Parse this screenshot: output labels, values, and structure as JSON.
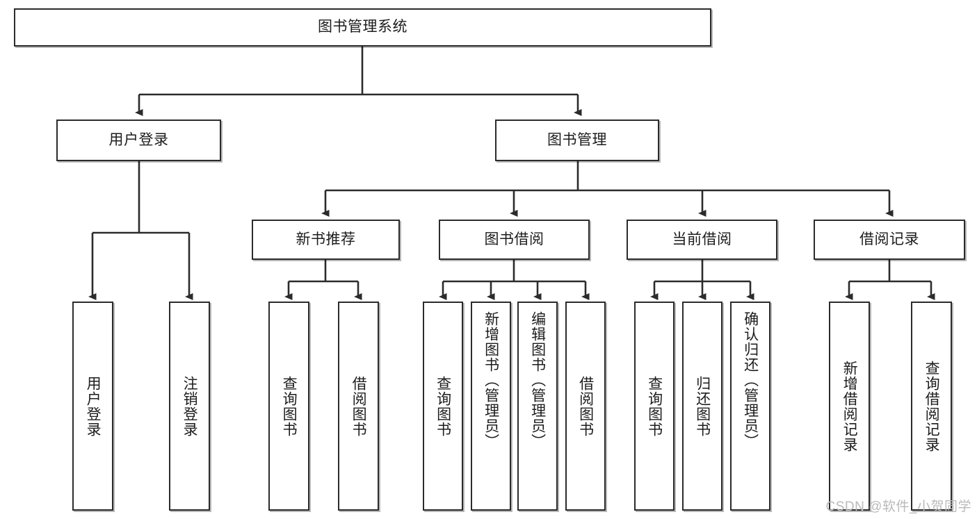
{
  "diagram": {
    "title": "图书管理系统",
    "watermark": "CSDN @软件_小贺同学",
    "accent_color": "#2b2b2b",
    "background_color": "#ffffff",
    "root": {
      "label": "图书管理系统"
    },
    "level2": [
      {
        "label": "用户登录"
      },
      {
        "label": "图书管理"
      }
    ],
    "level3": [
      {
        "label": "新书推荐"
      },
      {
        "label": "图书借阅"
      },
      {
        "label": "当前借阅"
      },
      {
        "label": "借阅记录"
      }
    ],
    "leaves": {
      "user_login": [
        {
          "label": "用户登录"
        },
        {
          "label": "注销登录"
        }
      ],
      "new_book": [
        {
          "label": "查询图书"
        },
        {
          "label": "借阅图书"
        }
      ],
      "book_borrow": [
        {
          "label": "查询图书"
        },
        {
          "label": "新增图书（管理员）"
        },
        {
          "label": "编辑图书（管理员）"
        },
        {
          "label": "借阅图书"
        }
      ],
      "current_borrow": [
        {
          "label": "查询图书"
        },
        {
          "label": "归还图书"
        },
        {
          "label": "确认归还（管理员）"
        }
      ],
      "borrow_record": [
        {
          "label": "新增借阅记录"
        },
        {
          "label": "查询借阅记录"
        }
      ]
    }
  }
}
